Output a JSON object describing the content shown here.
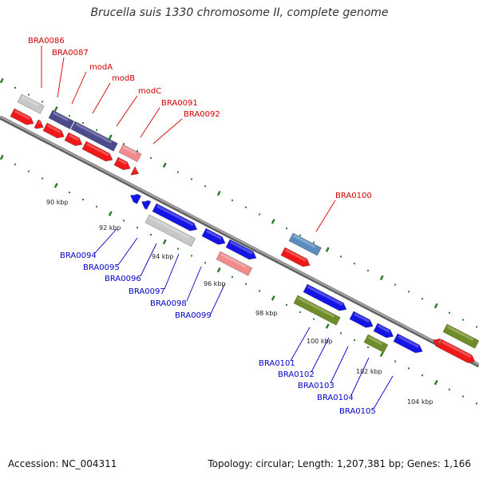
{
  "title": "Brucella suis 1330 chromosome II, complete genome",
  "accession": "Accession: NC_004311",
  "topology": "Topology: circular; Length: 1,207,381 bp; Genes: 1,166",
  "colors": {
    "backbone": "#808080",
    "tick": "#2e7d2e",
    "red": "#f01818",
    "pink": "#f08c8c",
    "grey": "#c8c8c8",
    "purple": "#4a4a8c",
    "blue": "#1414e6",
    "steel": "#5a8cbe",
    "olive": "#6e8c28",
    "label_red": "#d40000",
    "label_blue": "#0000c8"
  },
  "scale_labels": [
    "90 kbp",
    "92 kbp",
    "94 kbp",
    "96 kbp",
    "98 kbp",
    "100 kbp",
    "102 kbp",
    "104 kbp"
  ],
  "genes_top": [
    "BRA0086",
    "BRA0087",
    "modA",
    "modB",
    "modC",
    "BRA0091",
    "BRA0092",
    "BRA0100"
  ],
  "genes_bottom": [
    "BRA0094",
    "BRA0095",
    "BRA0096",
    "BRA0097",
    "BRA0098",
    "BRA0099",
    "BRA0101",
    "BRA0102",
    "BRA0103",
    "BRA0104",
    "BRA0105"
  ]
}
